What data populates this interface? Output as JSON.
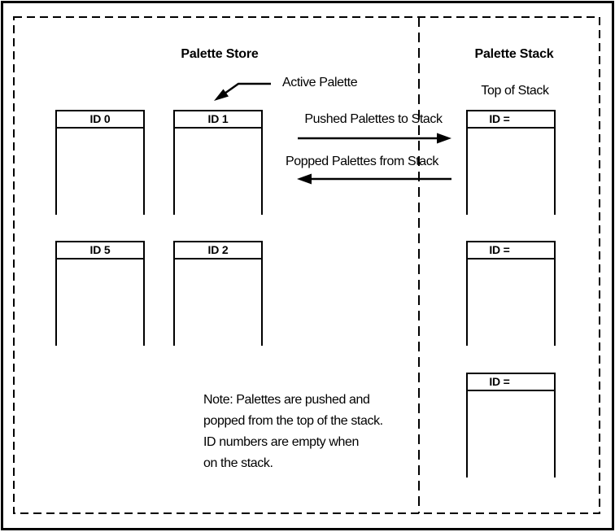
{
  "figure": {
    "kind": "palette-store-stack-diagram"
  },
  "colors": {
    "ink": "#000000",
    "background": "#ffffff"
  },
  "store": {
    "title": "Palette Store",
    "active_pointer_label": "Active Palette",
    "boxes": [
      {
        "label": "ID 0"
      },
      {
        "label": "ID 1"
      },
      {
        "label": "ID 5"
      },
      {
        "label": "ID 2"
      }
    ]
  },
  "stack": {
    "title": "Palette Stack",
    "top_label": "Top of Stack",
    "boxes": [
      {
        "label": "ID ="
      },
      {
        "label": "ID ="
      },
      {
        "label": "ID ="
      }
    ]
  },
  "arrows": {
    "push_label": "Pushed Palettes to Stack",
    "pop_label": "Popped Palettes from Stack"
  },
  "note": {
    "lines": [
      "Note: Palettes are pushed and",
      "popped from the top of the stack.",
      "ID numbers are empty when",
      "on the stack."
    ]
  }
}
